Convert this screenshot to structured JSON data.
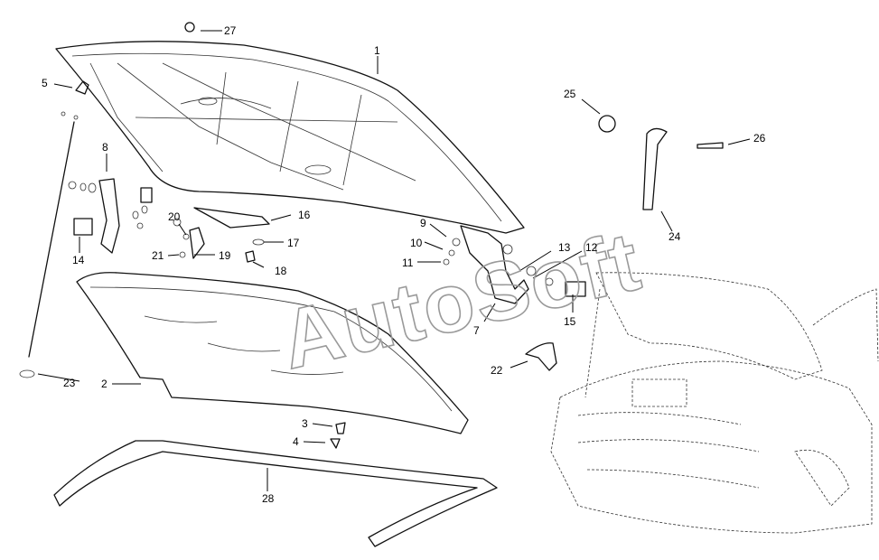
{
  "watermark": "AutoSoft",
  "callouts": [
    {
      "id": "c1",
      "label": "1"
    },
    {
      "id": "c2",
      "label": "2"
    },
    {
      "id": "c3",
      "label": "3"
    },
    {
      "id": "c4",
      "label": "4"
    },
    {
      "id": "c5",
      "label": "5"
    },
    {
      "id": "c7",
      "label": "7"
    },
    {
      "id": "c8",
      "label": "8"
    },
    {
      "id": "c9",
      "label": "9"
    },
    {
      "id": "c10",
      "label": "10"
    },
    {
      "id": "c11",
      "label": "11"
    },
    {
      "id": "c12",
      "label": "12"
    },
    {
      "id": "c13",
      "label": "13"
    },
    {
      "id": "c14",
      "label": "14"
    },
    {
      "id": "c15",
      "label": "15"
    },
    {
      "id": "c16",
      "label": "16"
    },
    {
      "id": "c17",
      "label": "17"
    },
    {
      "id": "c18",
      "label": "18"
    },
    {
      "id": "c19",
      "label": "19"
    },
    {
      "id": "c20",
      "label": "20"
    },
    {
      "id": "c21",
      "label": "21"
    },
    {
      "id": "c22",
      "label": "22"
    },
    {
      "id": "c23",
      "label": "23"
    },
    {
      "id": "c24",
      "label": "24"
    },
    {
      "id": "c25",
      "label": "25"
    },
    {
      "id": "c26",
      "label": "26"
    },
    {
      "id": "c27",
      "label": "27"
    },
    {
      "id": "c28",
      "label": "28"
    }
  ]
}
